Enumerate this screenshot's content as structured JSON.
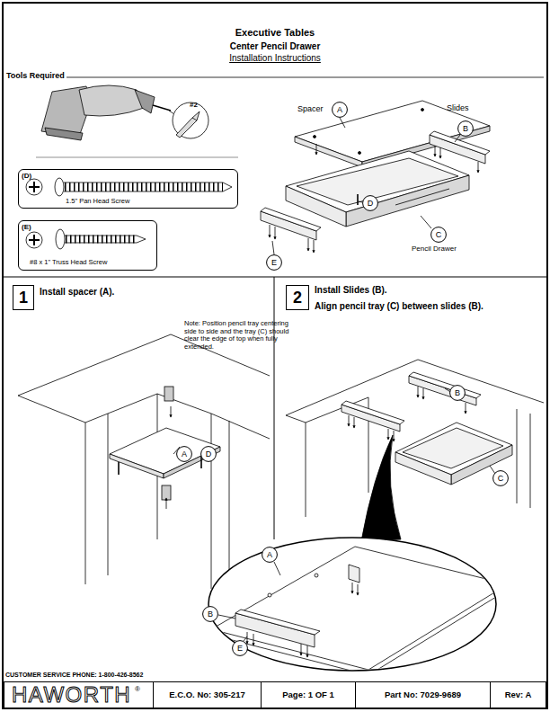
{
  "diagram": {
    "title": "Executive Tables",
    "nodes": [
      {
        "text": [
          "(D)",
          "1.5\" Pan Head Screw"
        ]
      },
      {
        "text": [
          "(E)",
          "#8 x 1\" Truss Head Screw"
        ]
      },
      {
        "text": [
          "A"
        ]
      },
      {
        "text": [
          "B"
        ]
      },
      {
        "text": [
          "D"
        ]
      },
      {
        "text": [
          "C"
        ]
      },
      {
        "text": [
          "E"
        ]
      },
      {
        "text": [
          "1"
        ]
      },
      {
        "text": [
          "A"
        ]
      },
      {
        "text": [
          "D"
        ]
      },
      {
        "text": [
          "2"
        ]
      },
      {
        "text": [
          "B"
        ]
      },
      {
        "text": [
          "C"
        ]
      },
      {
        "text": [
          "A"
        ]
      },
      {
        "text": [
          "B"
        ]
      },
      {
        "text": [
          "E"
        ]
      },
      {
        "text": [
          "HAWORTH",
          "®"
        ]
      },
      {
        "text": [
          "E.C.O. No: 305-217"
        ]
      },
      {
        "text": [
          "Page: 1 OF 1"
        ]
      },
      {
        "text": [
          "Part No: 7029-9689"
        ]
      },
      {
        "text": [
          "Rev: A"
        ]
      }
    ],
    "labels": [
      "Center Pencil Drawer",
      "Installation Instructions",
      "Tools Required",
      "#2",
      "Spacer",
      "Slides",
      "Pencil Drawer",
      "Install spacer (A).",
      "Install Slides (B).",
      "Align pencil tray (C) between slides (B).",
      "Note: Position pencil tray centering side to side and the tray (C) should clear the edge of top when fully extended.",
      "CUSTOMER SERVICE PHONE: 1-800-426-8562"
    ]
  }
}
